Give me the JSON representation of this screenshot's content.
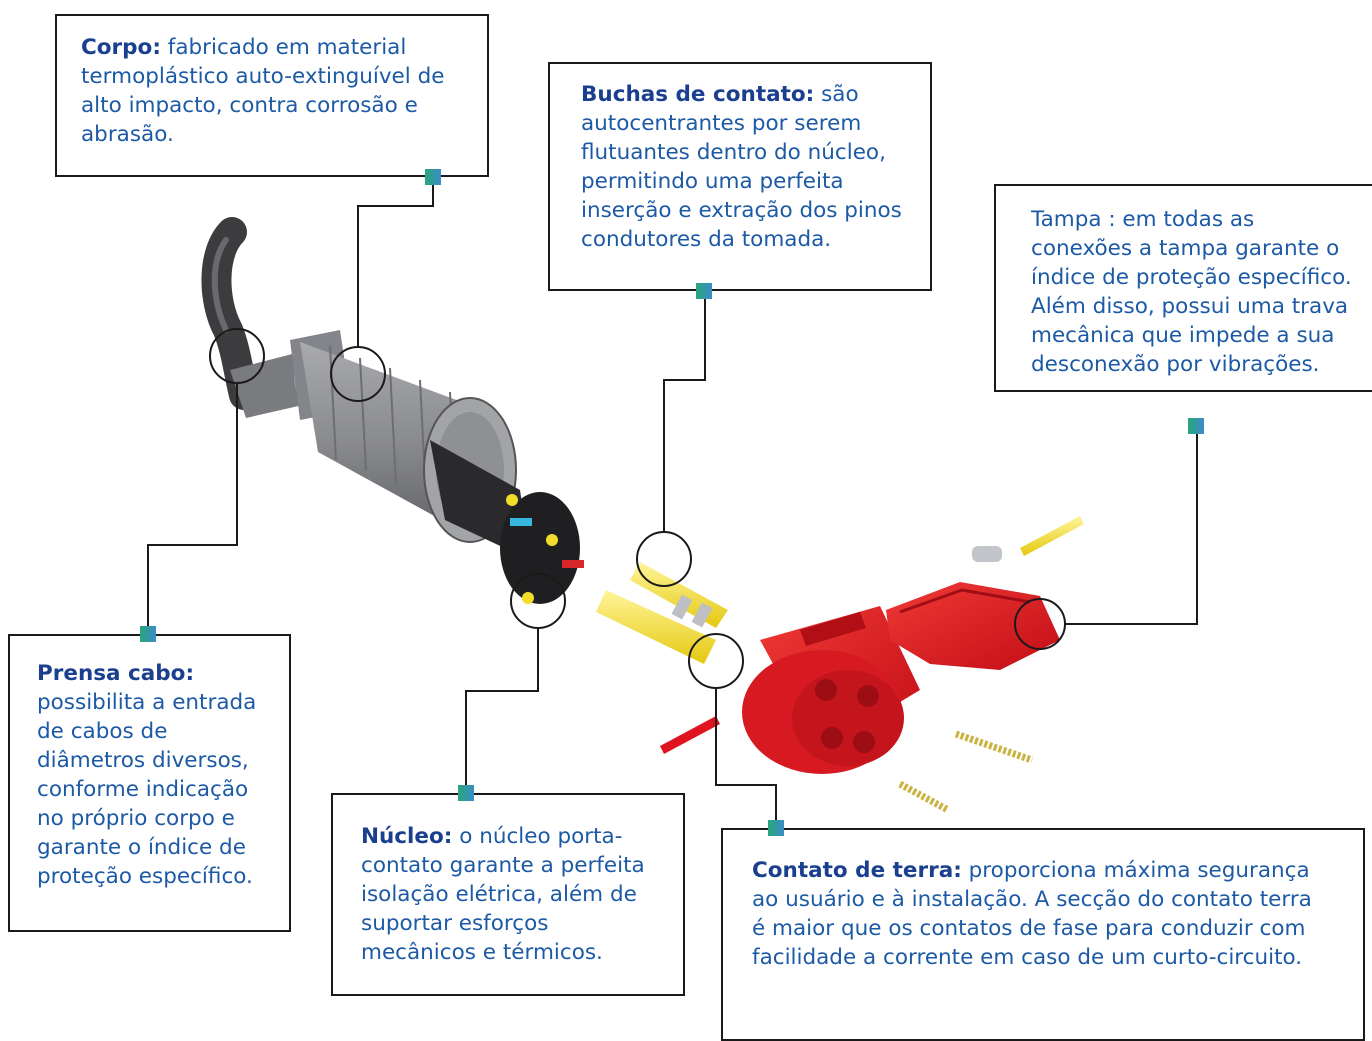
{
  "colors": {
    "text": "#1d5aa6",
    "title": "#1b3f8f",
    "marker_start": "#2aa67a",
    "marker_end": "#3a8cc8",
    "body_gray": "#8e8f93",
    "plug_red": "#e0141e",
    "pin_yellow": "#f6e21c"
  },
  "callouts": {
    "corpo": {
      "title": "Corpo:",
      "text": " fabricado em material termoplástico auto-extinguível de alto impacto, contra corrosão e abrasão."
    },
    "buchas": {
      "title": "Buchas de contato:",
      "text": " são autocentrantes por serem flutuantes dentro do núcleo, permitindo uma perfeita inserção e extração dos pinos condutores da tomada."
    },
    "tampa": {
      "text": "Tampa : em todas as conexões a tampa garante o índice de proteção específico. Além disso, possui uma trava mecânica que impede a sua desconexão por vibrações."
    },
    "prensa": {
      "title": "Prensa cabo:",
      "text": "possibilita a entrada de cabos de diâmetros diversos, conforme indicação no próprio corpo e garante o índice de proteção específico."
    },
    "nucleo": {
      "title": "Núcleo:",
      "text": " o núcleo porta-contato garante a perfeita isolação elétrica, além de suportar esforços mecânicos e térmicos."
    },
    "terra": {
      "title": "Contato de terra:",
      "text": " proporciona máxima segurança ao usuário e à instalação. A secção do contato terra é maior que os contatos de fase para conduzir com facilidade a corrente em caso de um curto-circuito."
    }
  }
}
